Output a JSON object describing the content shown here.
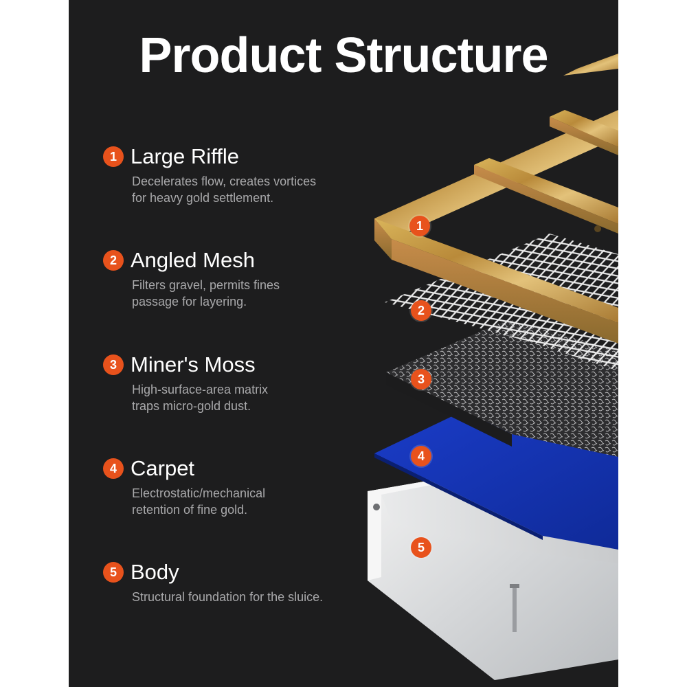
{
  "title": "Product Structure",
  "colors": {
    "background": "#1d1d1e",
    "accent": "#e8521c",
    "heading_text": "#ffffff",
    "body_text": "#a9a9ab",
    "carpet_blue": "#1534b8",
    "riffle_metal": "#c9a24a"
  },
  "features": [
    {
      "number": "1",
      "title": "Large Riffle",
      "description_line1": "Decelerates flow, creates vortices",
      "description_line2": "for heavy gold settlement."
    },
    {
      "number": "2",
      "title": "Angled Mesh",
      "description_line1": "Filters gravel, permits fines",
      "description_line2": "passage for layering."
    },
    {
      "number": "3",
      "title": "Miner's Moss",
      "description_line1": "High-surface-area matrix",
      "description_line2": "traps micro-gold dust."
    },
    {
      "number": "4",
      "title": "Carpet",
      "description_line1": "Electrostatic/mechanical",
      "description_line2": "retention of fine gold."
    },
    {
      "number": "5",
      "title": "Body",
      "description_line1": "Structural foundation for the sluice.",
      "description_line2": ""
    }
  ],
  "diagram_labels": [
    "1",
    "2",
    "3",
    "4",
    "5"
  ]
}
